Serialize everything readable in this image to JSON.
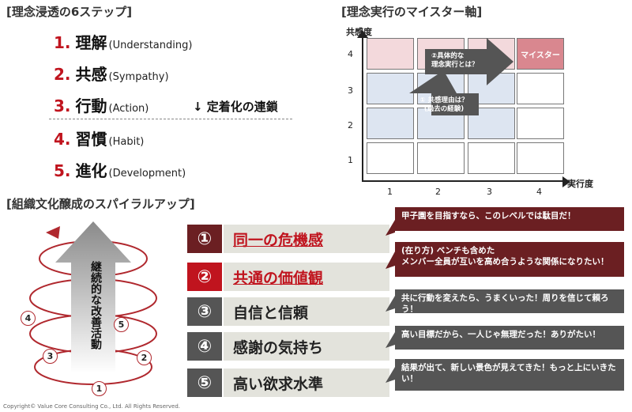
{
  "steps_title": "[理念浸透の6ステップ]",
  "steps": [
    {
      "num": "1.",
      "jp": "理解",
      "en": "(Understanding)"
    },
    {
      "num": "2.",
      "jp": "共感",
      "en": "(Sympathy)"
    },
    {
      "num": "3.",
      "jp": "行動",
      "en": "(Action)"
    },
    {
      "num": "4.",
      "jp": "習慣",
      "en": "(Habit)"
    },
    {
      "num": "5.",
      "jp": "進化",
      "en": "(Development)"
    }
  ],
  "chain_note": "↓ 定着化の連鎖",
  "matrix_title": "[理念実行のマイスター軸]",
  "matrix": {
    "y_label": "共感度",
    "x_label": "実行度",
    "y_ticks": [
      "4",
      "3",
      "2",
      "1"
    ],
    "x_ticks": [
      "1",
      "2",
      "3",
      "4"
    ],
    "meister_label": "マイスター",
    "arrow1_text": "① 共感理由は？\n(過去の経験)",
    "arrow2_text": "②具体的な\n理念実行とは？"
  },
  "spiral_title": "[組織文化醸成のスパイラルアップ]",
  "spiral": {
    "arrow_text": "継続的な改善活動",
    "markers": [
      "4",
      "5",
      "3",
      "2",
      "1"
    ]
  },
  "items": [
    {
      "num": "①",
      "label": "同一の危機感",
      "highlight": true
    },
    {
      "num": "②",
      "label": "共通の価値観",
      "highlight": true
    },
    {
      "num": "③",
      "label": "自信と信頼",
      "highlight": false
    },
    {
      "num": "④",
      "label": "感謝の気持ち",
      "highlight": false
    },
    {
      "num": "⑤",
      "label": "高い欲求水準",
      "highlight": false
    }
  ],
  "bubbles": [
    "甲子園を目指すなら、このレベルでは駄目だ！",
    "(在り方) ベンチも含めた\nメンバー全員が互いを高め合うような関係になりたい！",
    "共に行動を変えたら、うまくいった！周りを信じて頼ろう！",
    "高い目標だから、一人じゃ無理だった！ありがたい！",
    "結果が出て、新しい景色が見えてきた！もっと上にいきたい！"
  ],
  "colors": {
    "accent_red": "#c0141e",
    "dark_red": "#6b1f22",
    "dark_gray": "#555555",
    "bar_bg": "#e3e3dc",
    "pink_cell": "#f3d9dc",
    "blue_cell": "#dde5f1",
    "meister_cell": "#d9878f"
  },
  "copyright": "Copyright© Value Core Consulting Co., Ltd. All Rights Reserved."
}
